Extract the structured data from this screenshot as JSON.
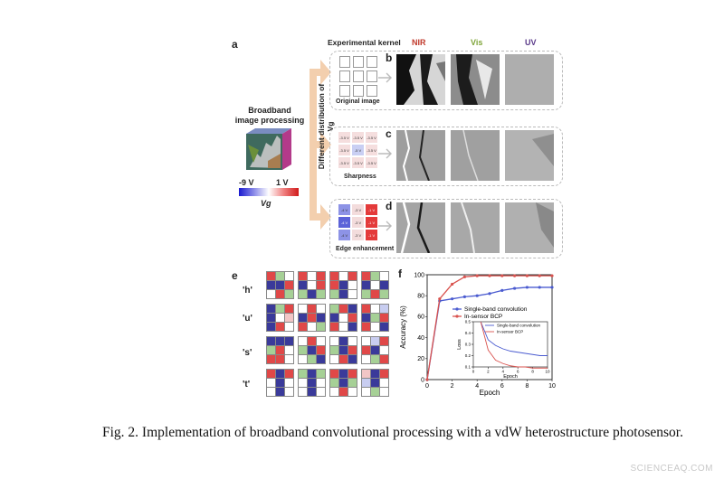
{
  "figure": {
    "a": {
      "letter": "a",
      "title_line1": "Broadband",
      "title_line2": "image processing",
      "colorbar_min": "-9 V",
      "colorbar_max": "1 V",
      "colorbar_label": "Vg",
      "arrow_label": "Different distribution of Vg",
      "header_kernel": "Experimental kernel",
      "header_nir": "NIR",
      "header_vis": "Vis",
      "header_uv": "UV",
      "colors": {
        "nir": "#c0392b",
        "vis": "#7fa53a",
        "uv": "#5b3b8a",
        "arrow": "#f3cfae"
      }
    },
    "b": {
      "letter": "b",
      "kernel_label": "Original image"
    },
    "c": {
      "letter": "c",
      "kernel_label": "Sharpness",
      "cells": [
        "-3.5 V",
        "-3.5 V",
        "-3.5 V",
        "-3.5 V",
        "-5 V",
        "-3.5 V",
        "-3.5 V",
        "-3.5 V",
        "-3.5 V"
      ]
    },
    "d": {
      "letter": "d",
      "kernel_label": "Edge enhancement",
      "cells": [
        "-4 V",
        "-3 V",
        "-1 V",
        "-4 V",
        "-3 V",
        "-1 V",
        "-4 V",
        "-3 V",
        "-1 V"
      ]
    },
    "e": {
      "letter": "e",
      "rows": [
        "'h'",
        "'u'",
        "'s'",
        "'t'"
      ]
    },
    "f": {
      "letter": "f"
    },
    "caption": "Fig. 2. Implementation of broadband convolutional processing with a vdW heterostructure photosensor.",
    "watermark": "SCIENCEAQ.COM"
  },
  "chart_data": [
    {
      "type": "line",
      "xlabel": "Epoch",
      "ylabel": "Accuracy (%)",
      "xlim": [
        0,
        10
      ],
      "ylim": [
        0,
        100
      ],
      "xticks": [
        "0",
        "2",
        "4",
        "6",
        "8",
        "10"
      ],
      "yticks": [
        "0",
        "20",
        "40",
        "60",
        "80",
        "100"
      ],
      "legend": "upper-right",
      "x": [
        0,
        1,
        2,
        3,
        4,
        5,
        6,
        7,
        8,
        9,
        10
      ],
      "series": [
        {
          "name": "Single-band convolution",
          "color": "#4a5bd0",
          "values": [
            0,
            75,
            77,
            79,
            80,
            82,
            85,
            87,
            88,
            88,
            88
          ]
        },
        {
          "name": "In-sensor BCP",
          "color": "#d9534f",
          "values": [
            0,
            77,
            91,
            98,
            99,
            99,
            99,
            99,
            99,
            99,
            99
          ]
        }
      ]
    },
    {
      "type": "line",
      "xlabel": "Epoch",
      "ylabel": "Loss",
      "xlim": [
        0,
        10
      ],
      "ylim": [
        0.1,
        0.5
      ],
      "xticks": [
        "0",
        "2",
        "4",
        "6",
        "8",
        "10"
      ],
      "yticks": [
        "0.1",
        "0.2",
        "0.3",
        "0.4",
        "0.5"
      ],
      "legend": "upper-right",
      "x": [
        1,
        2,
        3,
        4,
        5,
        6,
        7,
        8,
        9,
        10
      ],
      "series": [
        {
          "name": "Single-band convolution",
          "color": "#4a5bd0",
          "values": [
            0.5,
            0.34,
            0.29,
            0.26,
            0.24,
            0.23,
            0.22,
            0.21,
            0.2,
            0.2
          ]
        },
        {
          "name": "In-sensor BCP",
          "color": "#d9534f",
          "values": [
            0.5,
            0.25,
            0.16,
            0.13,
            0.11,
            0.1,
            0.1,
            0.09,
            0.09,
            0.09
          ]
        }
      ]
    }
  ]
}
